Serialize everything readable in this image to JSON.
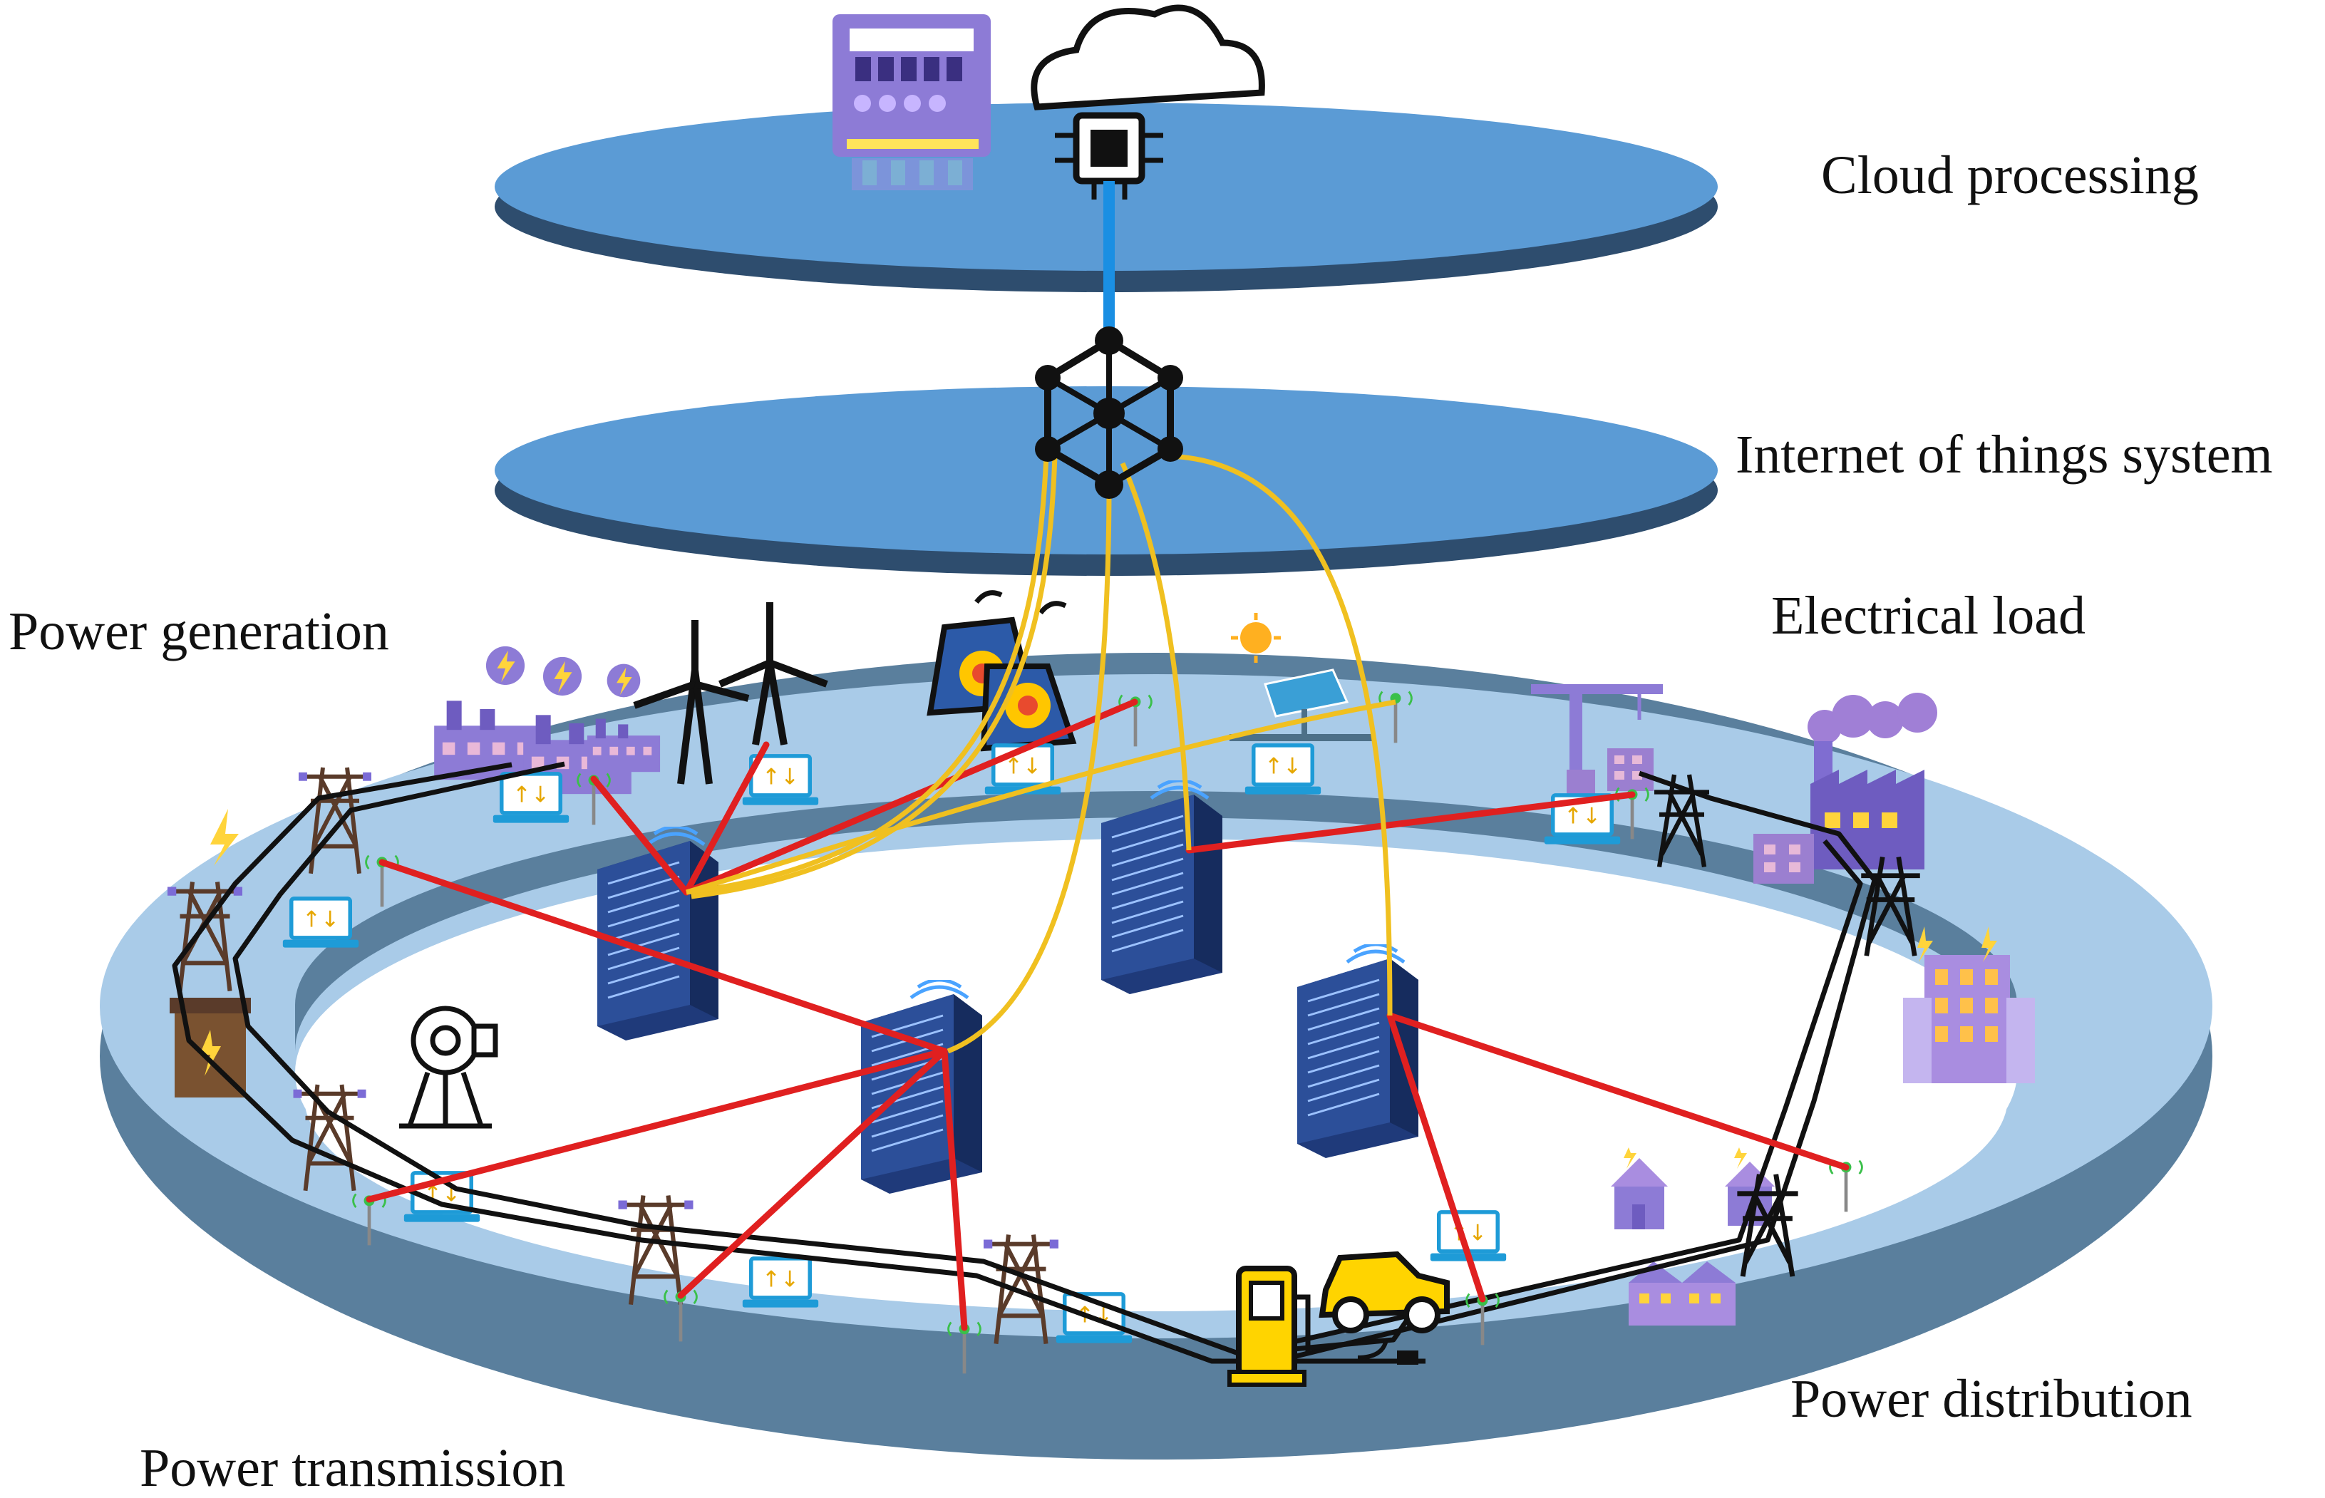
{
  "layers": {
    "cloud": "Cloud processing",
    "iot": "Internet of things system",
    "generation": "Power generation",
    "load": "Electrical load",
    "distribution": "Power distribution",
    "transmission": "Power transmission"
  },
  "colors": {
    "disk_top": "#5b9bd5",
    "disk_side": "#2e4d6e",
    "ring_top": "#a9cbe8",
    "ring_side": "#5a7f9d",
    "wireless_link": "#e02020",
    "iot_link": "#f0c020",
    "cloud_link": "#1a8fe3",
    "power_line": "#111111",
    "server": "#1f3a7a"
  },
  "icons": [
    "cloud-chip-icon",
    "control-panel-icon",
    "network-hub-icon",
    "factory-icon",
    "wind-turbine-icon",
    "nuclear-plant-icon",
    "solar-panel-icon",
    "crane-icon",
    "industrial-plant-icon",
    "office-building-icon",
    "house-icon",
    "server-rack-icon",
    "transmission-tower-icon",
    "ev-charger-icon",
    "electric-car-icon",
    "robot-icon",
    "laptop-icon",
    "wireless-node-icon",
    "transformer-icon"
  ]
}
